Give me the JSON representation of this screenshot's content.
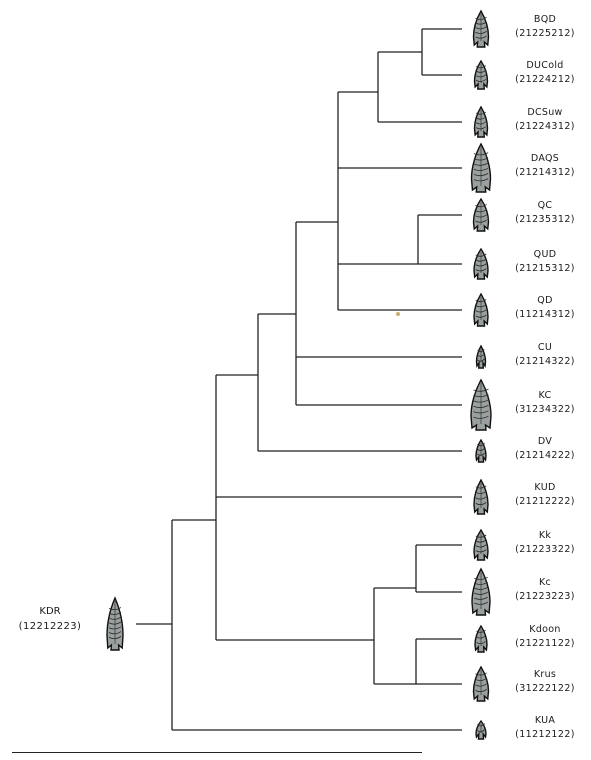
{
  "root": {
    "name": "KDR",
    "code": "(12212223)",
    "icon": "projectile-point-icon"
  },
  "taxa": [
    {
      "id": "BQD",
      "name": "BQD",
      "code": "(21225212)",
      "icon": "projectile-point-icon"
    },
    {
      "id": "DUCold",
      "name": "DUCold",
      "code": "(21224212)",
      "icon": "projectile-point-icon"
    },
    {
      "id": "DCSuw",
      "name": "DCSuw",
      "code": "(21224312)",
      "icon": "projectile-point-icon"
    },
    {
      "id": "DAQS",
      "name": "DAQS",
      "code": "(21214312)",
      "icon": "projectile-point-icon"
    },
    {
      "id": "QC",
      "name": "QC",
      "code": "(21235312)",
      "icon": "projectile-point-icon"
    },
    {
      "id": "QUD",
      "name": "QUD",
      "code": "(21215312)",
      "icon": "projectile-point-icon"
    },
    {
      "id": "QD",
      "name": "QD",
      "code": "(11214312)",
      "icon": "projectile-point-icon"
    },
    {
      "id": "CU",
      "name": "CU",
      "code": "(21214322)",
      "icon": "projectile-point-icon"
    },
    {
      "id": "KC",
      "name": "KC",
      "code": "(31234322)",
      "icon": "projectile-point-icon"
    },
    {
      "id": "DV",
      "name": "DV",
      "code": "(21214222)",
      "icon": "projectile-point-icon"
    },
    {
      "id": "KUD",
      "name": "KUD",
      "code": "(21212222)",
      "icon": "projectile-point-icon"
    },
    {
      "id": "Kk",
      "name": "Kk",
      "code": "(21223322)",
      "icon": "projectile-point-icon"
    },
    {
      "id": "Kc",
      "name": "Kc",
      "code": "(21223223)",
      "icon": "projectile-point-icon"
    },
    {
      "id": "Kdoon",
      "name": "Kdoon",
      "code": "(21221122)",
      "icon": "projectile-point-icon"
    },
    {
      "id": "Krus",
      "name": "Krus",
      "code": "(31222122)",
      "icon": "projectile-point-icon"
    },
    {
      "id": "KUA",
      "name": "KUA",
      "code": "(11212122)",
      "icon": "projectile-point-icon"
    }
  ],
  "line_color": "#222222",
  "point_fill": "#9aa0a0",
  "point_outline": "#111111"
}
